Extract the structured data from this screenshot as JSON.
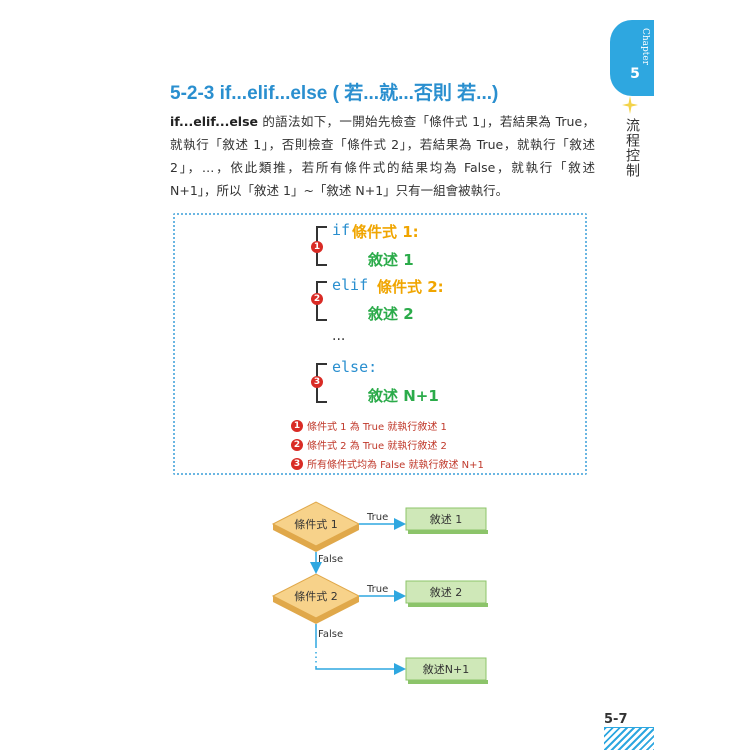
{
  "chapter": {
    "word": "Chapter",
    "number": "5",
    "name": "流程控制"
  },
  "section": {
    "heading": "5-2-3 if...elif...else ( 若...就...否則 若...)"
  },
  "paragraph": {
    "keyword": "if...elif...else",
    "text": " 的語法如下，一開始先檢查「條件式 1」，若結果為 True，就執行「敘述 1」，否則檢查「條件式 2」，若結果為 True，就執行「敘述 2」，…，依此類推，若所有條件式的結果均為 False，就執行「敘述 N+1」，所以「敘述 1」~「敘述 N+1」只有一組會被執行。"
  },
  "syntax": {
    "if_kw": "if",
    "cond1": "條件式 1:",
    "stmt1": "敘述 1",
    "elif_kw": "elif",
    "cond2": "條件式 2:",
    "stmt2": "敘述 2",
    "ellipsis": "...",
    "else_kw": "else:",
    "stmtN": "敘述 N+1",
    "badges": [
      "1",
      "2",
      "3"
    ],
    "notes": [
      "條件式 1 為 True 就執行敘述 1",
      "條件式 2 為 True 就執行敘述 2",
      "所有條件式均為 False 就執行敘述 N+1"
    ]
  },
  "flowchart": {
    "cond1": "條件式 1",
    "cond2": "條件式 2",
    "stmt1": "敘述 1",
    "stmt2": "敘述 2",
    "stmtN": "敘述N+1",
    "true_label": "True",
    "false_label": "False",
    "colors": {
      "diamond": "#f7d28a",
      "diamond_dark": "#e0a84a",
      "box": "#cfe8b8",
      "box_dark": "#8cc46a",
      "arrow": "#2ea7e0"
    }
  },
  "page_number": "5-7"
}
